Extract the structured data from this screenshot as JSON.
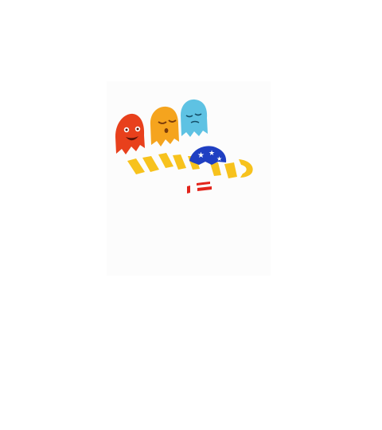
{
  "artwork": {
    "ghosts": [
      {
        "name": "red-ghost",
        "color": "#e8401c",
        "expression": "happy"
      },
      {
        "name": "orange-ghost",
        "color": "#f5a41e",
        "expression": "sleepy"
      },
      {
        "name": "cyan-ghost",
        "color": "#5ec2e3",
        "expression": "sleepy"
      },
      {
        "name": "blue-star-ghost",
        "color": "#1f3fc2",
        "expression": "lying-down"
      }
    ],
    "stripes_color": "#f7c21d",
    "stripes_red": "#e2241b",
    "panel_background": "#fcfcfc",
    "page_background": "#ffffff"
  }
}
